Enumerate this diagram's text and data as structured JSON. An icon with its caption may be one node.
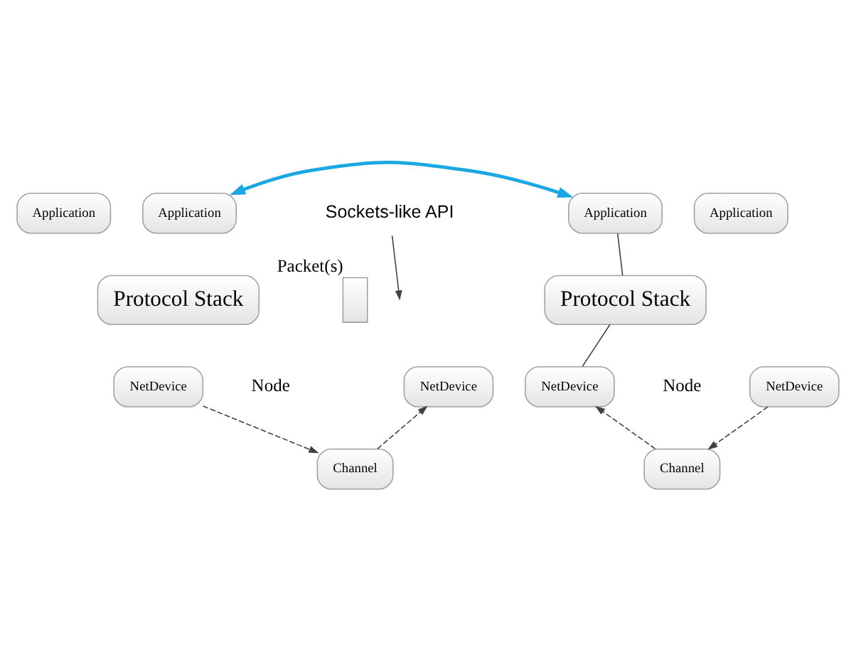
{
  "diagram": {
    "nodes": [
      {
        "text": [
          "Application"
        ]
      },
      {
        "text": [
          "Application"
        ]
      },
      {
        "text": [
          "Application"
        ]
      },
      {
        "text": [
          "Application"
        ]
      },
      {
        "text": [
          "Sockets-like API"
        ]
      },
      {
        "text": [
          "Protocol Stack"
        ]
      },
      {
        "text": [],
        "shape": "box",
        "beside": [
          "Packet(s)"
        ]
      },
      {
        "text": [
          "Protocol Stack"
        ]
      },
      {
        "text": [
          "NetDevice"
        ]
      },
      {
        "text": [
          "NetDevice"
        ]
      },
      {
        "text": [
          "NetDevice"
        ]
      },
      {
        "text": [
          "NetDevice"
        ]
      },
      {
        "text": [
          "Channel"
        ]
      },
      {
        "text": [
          "Channel"
        ]
      }
    ],
    "edges": [
      {
        "from": 4,
        "to": null,
        "arrow": "to"
      },
      {
        "from": 3,
        "to": 7,
        "arrow": "none"
      },
      {
        "from": 7,
        "to": 10,
        "arrow": "none"
      },
      {
        "from": 8,
        "to": 12,
        "arrow": "to",
        "style": "dashed"
      },
      {
        "from": 9,
        "to": 13,
        "arrow": "to",
        "style": "dashed"
      },
      {
        "from": 12,
        "to": 10,
        "arrow": "to",
        "style": "dashed"
      },
      {
        "from": 13,
        "to": 11,
        "arrow": "to",
        "style": "dashed"
      },
      {
        "from": 1,
        "to": 3,
        "arrow": "both",
        "style": "thick",
        "color": "#1ba7e1"
      }
    ],
    "labels": [
      "Node",
      "Node"
    ]
  }
}
